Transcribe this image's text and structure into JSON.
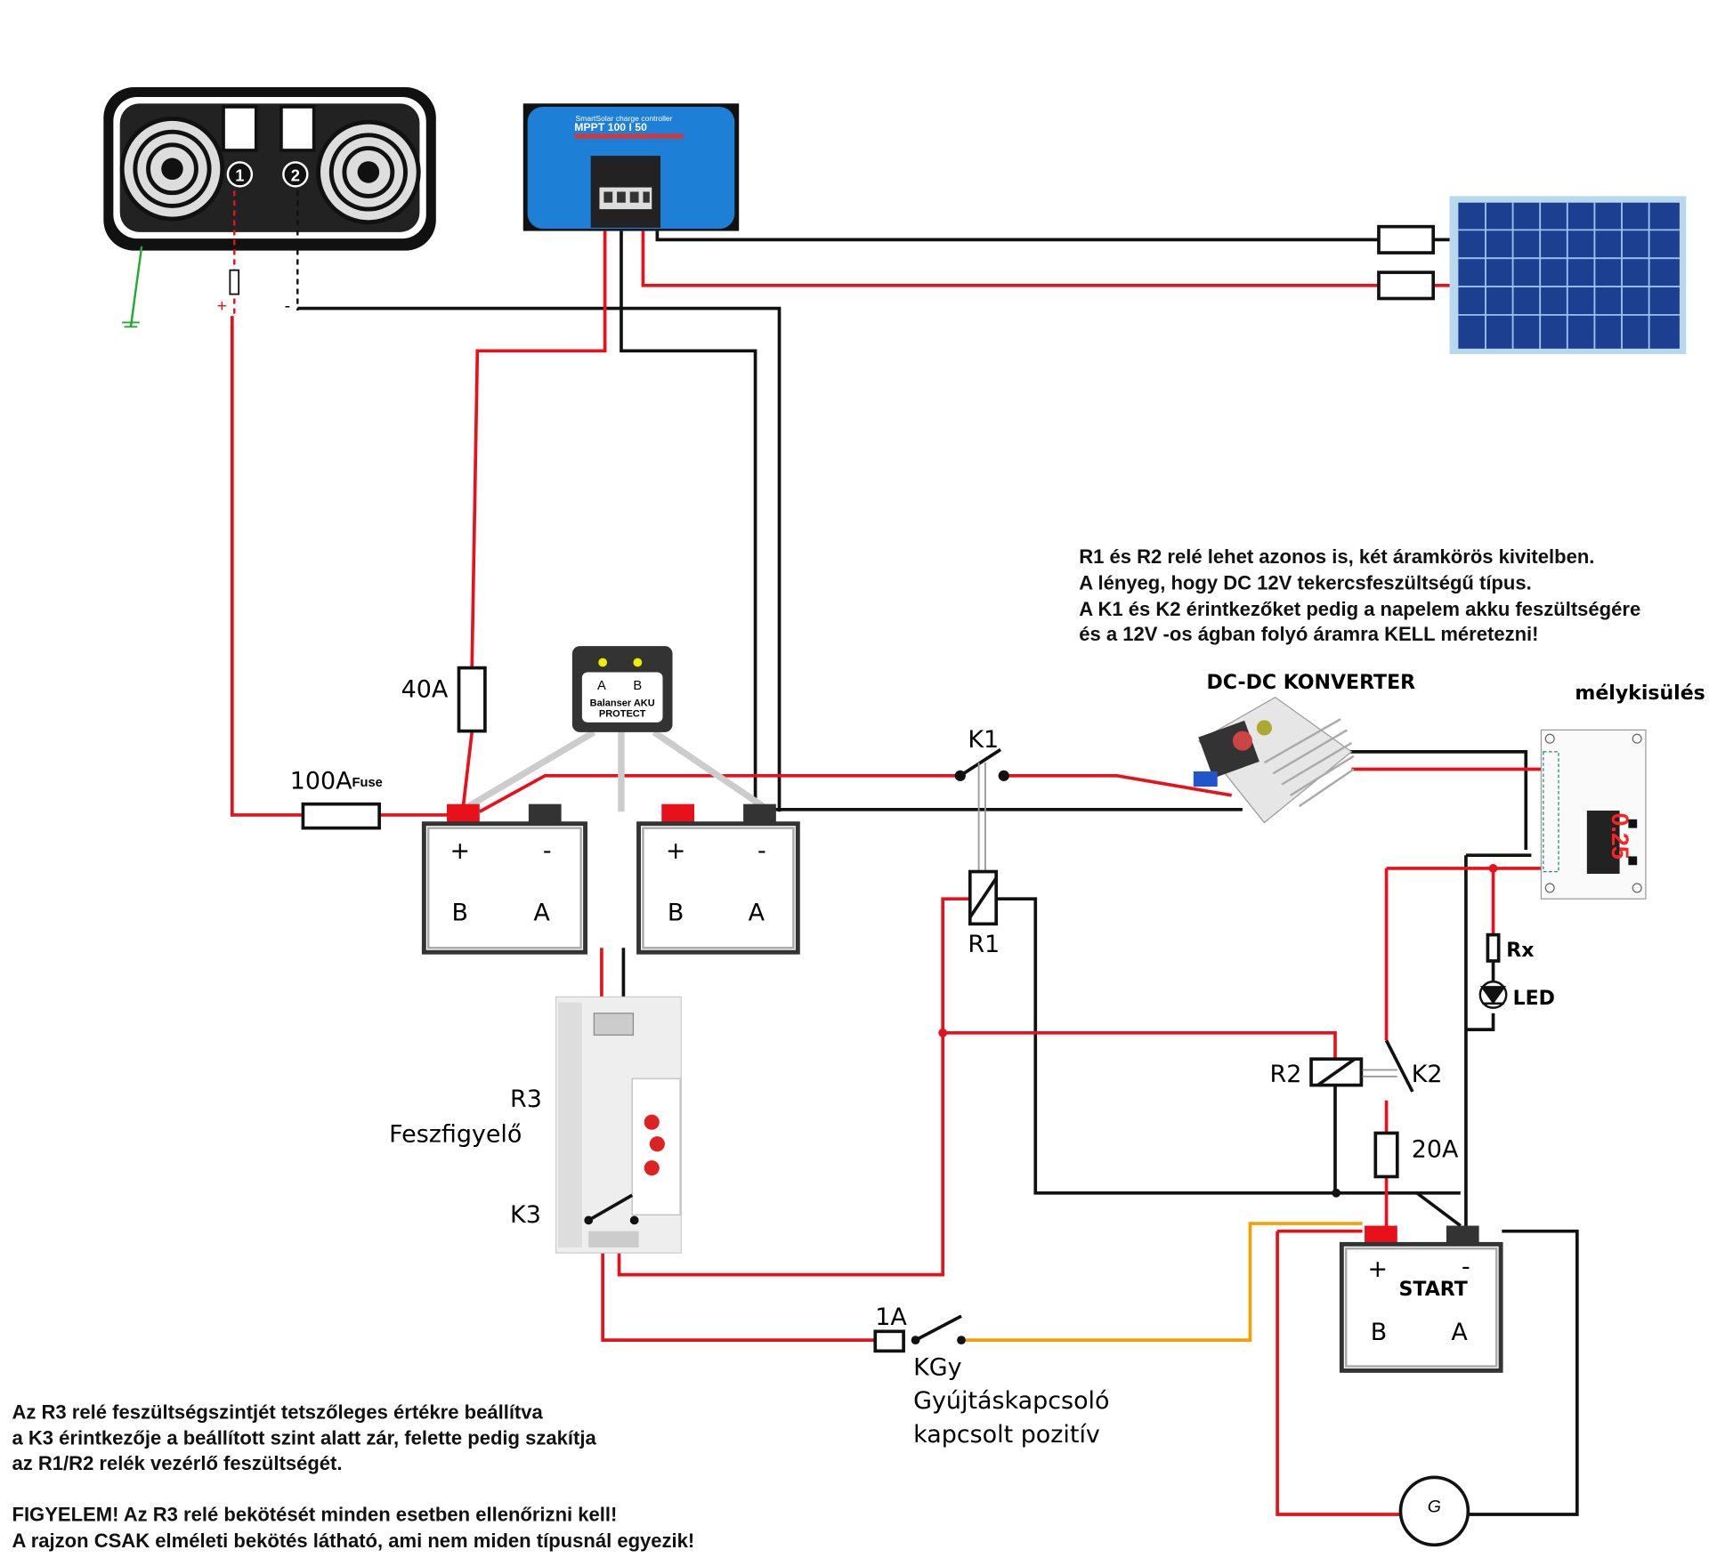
{
  "inverter": {
    "terminal_1": "1",
    "terminal_2": "2",
    "plus": "+",
    "minus": "-"
  },
  "mppt": {
    "line1": "SmartSolar charge controller",
    "line2": "MPPT 100 I 50"
  },
  "balancer": {
    "a": "A",
    "b": "B",
    "line1": "Balanser AKU",
    "line2": "PROTECT"
  },
  "fuses": {
    "f40": "40A",
    "f100": "100A",
    "f100_sub": "Fuse",
    "f20": "20A",
    "f1": "1A"
  },
  "batteries": [
    {
      "plus": "+",
      "minus": "-",
      "left": "B",
      "right": "A"
    },
    {
      "plus": "+",
      "minus": "-",
      "left": "B",
      "right": "A"
    }
  ],
  "start_battery": {
    "plus": "+",
    "minus": "-",
    "name": "START",
    "left": "B",
    "right": "A"
  },
  "relays": {
    "k1": "K1",
    "r1": "R1",
    "r2": "R2",
    "k2": "K2",
    "r3": "R3",
    "r3_name": "Feszfigyelő",
    "k3": "K3"
  },
  "dcdc_label": "DC-DC KONVERTER",
  "deep_discharge_label": "mélykisülés vé",
  "module_display": "0.25",
  "rx": "Rx",
  "led": "LED",
  "generator": "G",
  "ignition": {
    "kgy": "KGy",
    "line1": "Gyújtáskapcsoló",
    "line2": "kapcsolt pozitív"
  },
  "note_top": [
    "R1 és R2 relé lehet azonos is, két áramkörös kivitelben.",
    "A lényeg, hogy DC 12V tekercsfeszültségű típus.",
    "A K1 és K2 érintkezőket pedig a napelem akku feszültségére",
    "és a 12V -os ágban folyó áramra KELL méretezni!"
  ],
  "note_bottom": [
    "Az R3 relé feszültségszintjét tetszőleges értékre beállítva",
    "a K3 érintkezője a beállított szint alatt zár, felette pedig szakítja",
    "az R1/R2 relék vezérlő feszültségét.",
    "",
    "FIGYELEM! Az R3 relé bekötését minden esetben ellenőrizni kell!",
    "A rajzon CSAK elméleti bekötés látható, ami nem miden típusnál egyezik!"
  ],
  "colors": {
    "positive_wire": "#e8101a",
    "negative_wire": "#111111",
    "ground_wire": "#22aa33",
    "ignition_wire": "#f5a000",
    "mppt_blue": "#1e7fd6"
  }
}
